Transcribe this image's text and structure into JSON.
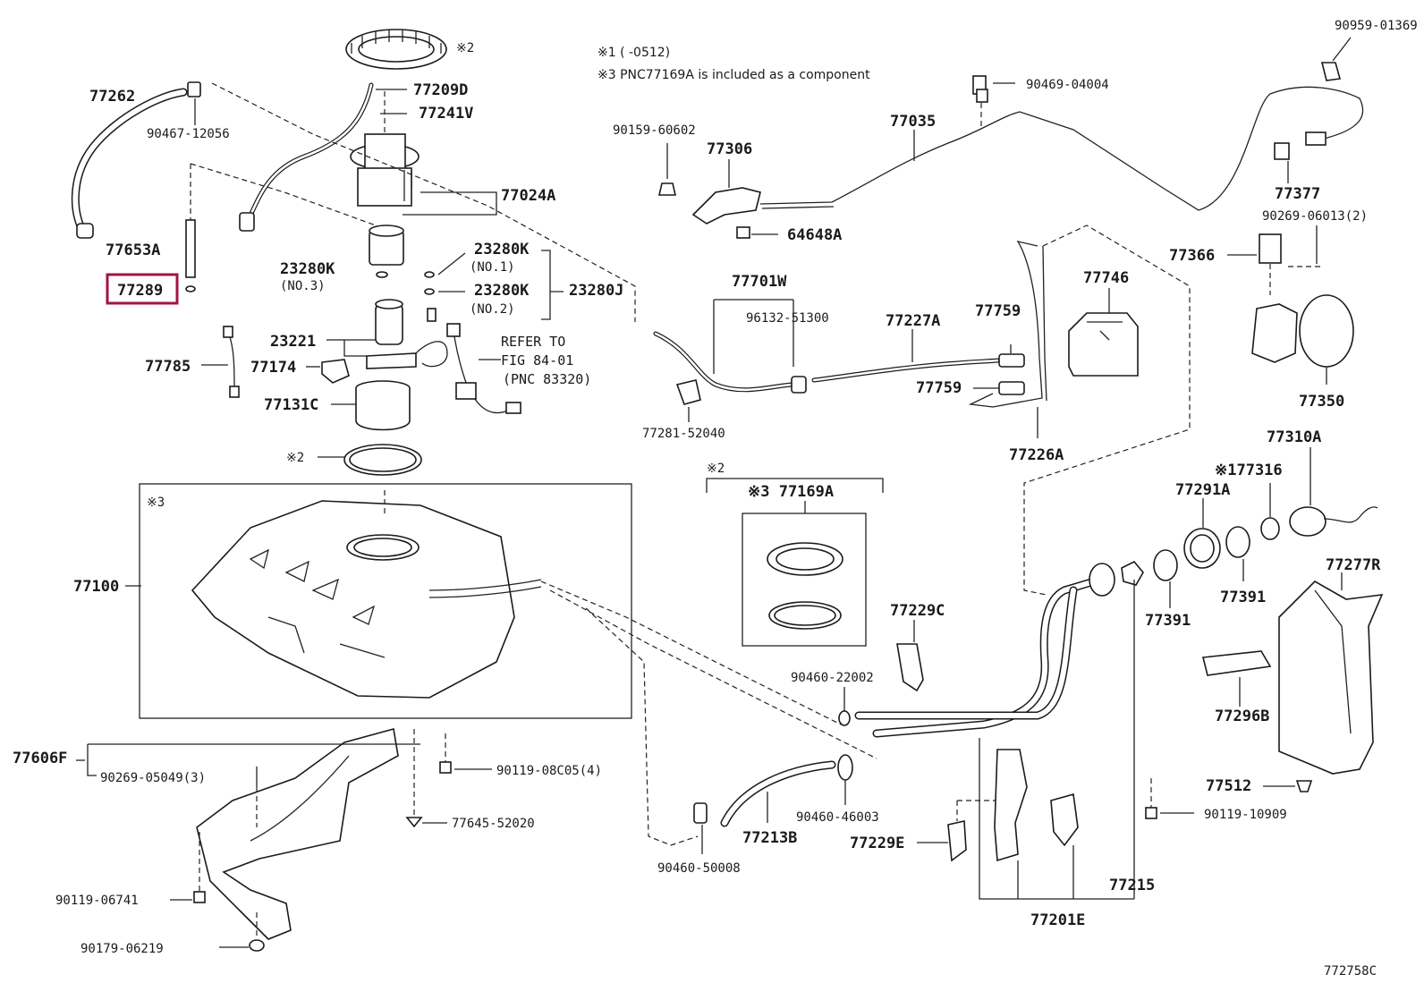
{
  "diagram_id": "772758C",
  "notes": {
    "note1": "※1 (   -0512)",
    "note3": "※3 PNC77169A is included as a component"
  },
  "highlighted_part": "77289",
  "labels": {
    "p77262": "77262",
    "p90467_12056": "90467-12056",
    "p77209D": "77209D",
    "p77241V": "77241V",
    "p77024A": "77024A",
    "p77653A": "77653A",
    "p77289": "77289",
    "p23280K_no1": "23280K",
    "no1": "(NO.1)",
    "p23280K_no3": "23280K",
    "no3": "(NO.3)",
    "p23280K_no2": "23280K",
    "no2": "(NO.2)",
    "p23280J": "23280J",
    "p23221": "23221",
    "p77785": "77785",
    "p77174": "77174",
    "p77131C": "77131C",
    "refer1": "REFER TO",
    "refer2": "FIG 84-01",
    "refer3": "(PNC 83320)",
    "mark2_top": "※2",
    "mark2_gasket": "※2",
    "mark3_tank": "※3",
    "p77100": "77100",
    "p77606F": "77606F",
    "p90269_05049": "90269-05049(3)",
    "p90119_08C05": "90119-08C05(4)",
    "p77645_52020": "77645-52020",
    "p90119_06741": "90119-06741",
    "p90179_06219": "90179-06219",
    "p90159_60602": "90159-60602",
    "p77306": "77306",
    "p64648A": "64648A",
    "p77035": "77035",
    "p90469_04004": "90469-04004",
    "p90959_01369": "90959-01369",
    "p77377": "77377",
    "p90269_06013": "90269-06013(2)",
    "p77366": "77366",
    "p77350": "77350",
    "p77701W": "77701W",
    "p96132_51300": "96132-51300",
    "p77227A": "77227A",
    "p77759a": "77759",
    "p77759b": "77759",
    "p77746": "77746",
    "p77281_52040": "77281-52040",
    "p77226A": "77226A",
    "mark2_kit": "※2",
    "p77169A": "※3 77169A",
    "p77310A": "77310A",
    "p177316": "※177316",
    "p77291A": "77291A",
    "p77391a": "77391",
    "p77391b": "77391",
    "p77277R": "77277R",
    "p77229C": "77229C",
    "p90460_22002": "90460-22002",
    "p77296B": "77296B",
    "p77512": "77512",
    "p90119_10909": "90119-10909",
    "p77213B": "77213B",
    "p90460_46003": "90460-46003",
    "p77229E": "77229E",
    "p90460_50008": "90460-50008",
    "p77215": "77215",
    "p77201E": "77201E"
  }
}
